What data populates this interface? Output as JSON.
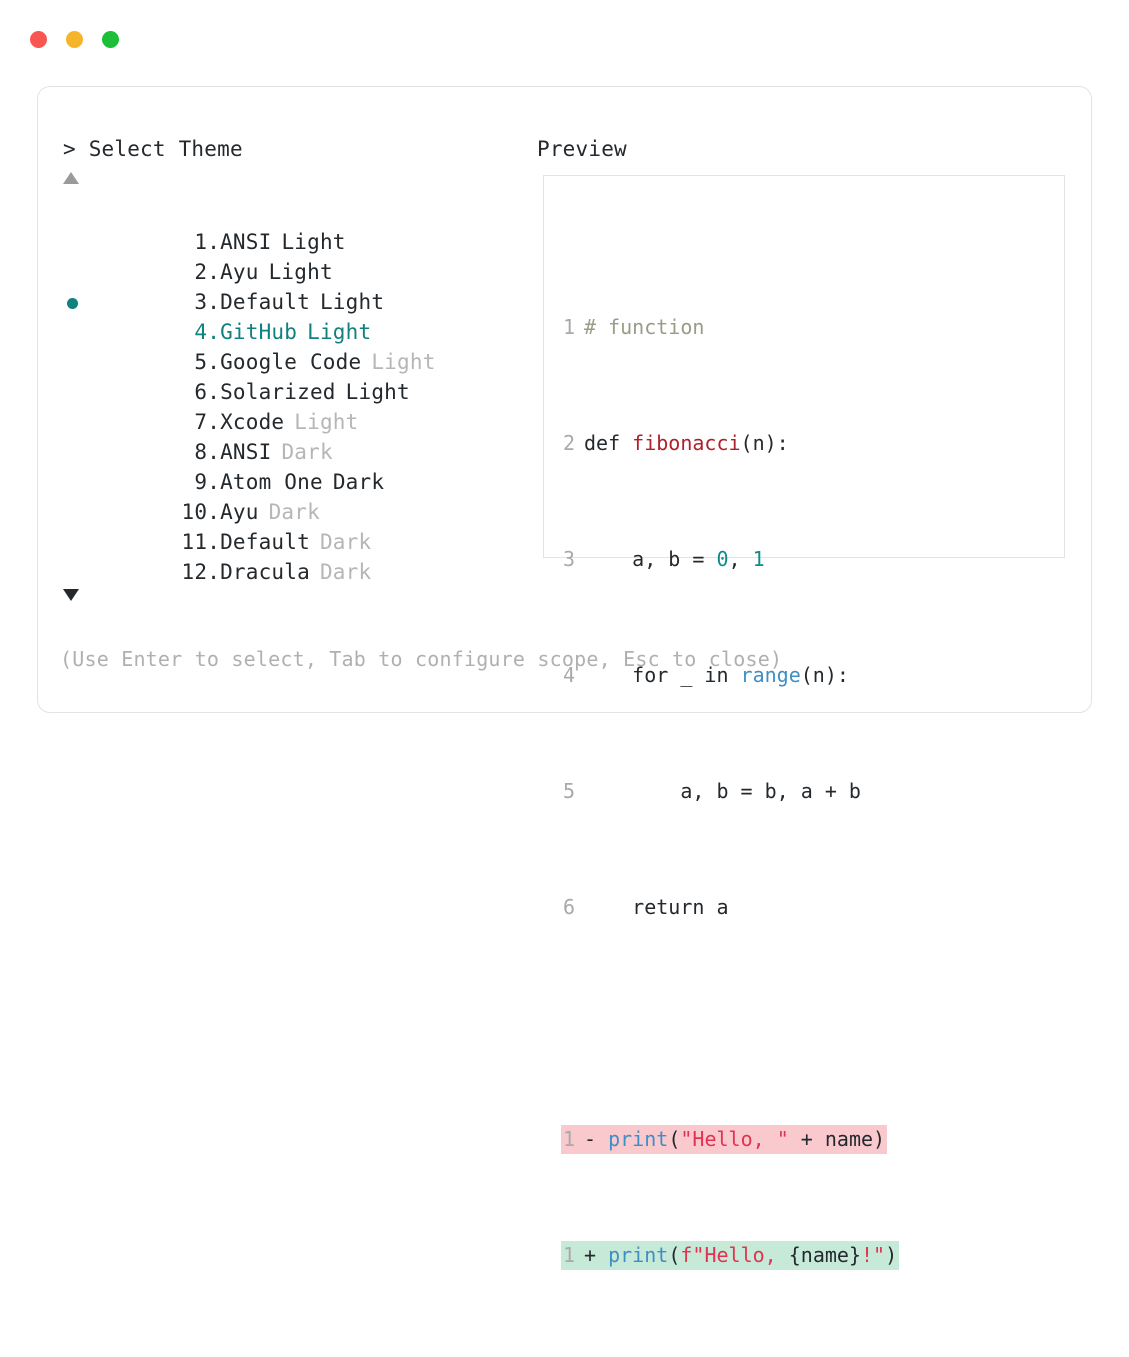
{
  "window": {
    "traffic_lights": [
      {
        "name": "close",
        "color": "#f65750"
      },
      {
        "name": "minimize",
        "color": "#f5b52b"
      },
      {
        "name": "maximize",
        "color": "#1dbf39"
      }
    ]
  },
  "prompt": {
    "marker": ">",
    "title": "Select Theme",
    "scroll_up_icon": "triangle-up-icon",
    "scroll_down_icon": "triangle-down-icon"
  },
  "preview": {
    "title": "Preview"
  },
  "theme_list": {
    "selected_index": 4,
    "selected_bullet": "●",
    "accent_color": "#10817f",
    "items": [
      {
        "number": "1.",
        "name": "ANSI",
        "variant": "Light",
        "variant_muted": false,
        "selected": false
      },
      {
        "number": "2.",
        "name": "Ayu",
        "variant": "Light",
        "variant_muted": false,
        "selected": false
      },
      {
        "number": "3.",
        "name": "Default",
        "variant": "Light",
        "variant_muted": false,
        "selected": false
      },
      {
        "number": "4.",
        "name": "GitHub",
        "variant": "Light",
        "variant_muted": false,
        "selected": true
      },
      {
        "number": "5.",
        "name": "Google Code",
        "variant": "Light",
        "variant_muted": true,
        "selected": false
      },
      {
        "number": "6.",
        "name": "Solarized",
        "variant": "Light",
        "variant_muted": false,
        "selected": false
      },
      {
        "number": "7.",
        "name": "Xcode",
        "variant": "Light",
        "variant_muted": true,
        "selected": false
      },
      {
        "number": "8.",
        "name": "ANSI",
        "variant": "Dark",
        "variant_muted": true,
        "selected": false
      },
      {
        "number": "9.",
        "name": "Atom One",
        "variant": "Dark",
        "variant_muted": false,
        "selected": false
      },
      {
        "number": "10.",
        "name": "Ayu",
        "variant": "Dark",
        "variant_muted": true,
        "selected": false
      },
      {
        "number": "11.",
        "name": "Default",
        "variant": "Dark",
        "variant_muted": true,
        "selected": false
      },
      {
        "number": "12.",
        "name": "Dracula",
        "variant": "Dark",
        "variant_muted": true,
        "selected": false
      }
    ]
  },
  "code_preview": {
    "lines": [
      {
        "number": "1",
        "text": "# function"
      },
      {
        "number": "2",
        "text": "def fibonacci(n):"
      },
      {
        "number": "3",
        "text": "    a, b = 0, 1"
      },
      {
        "number": "4",
        "text": "    for _ in range(n):"
      },
      {
        "number": "5",
        "text": "        a, b = b, a + b"
      },
      {
        "number": "6",
        "text": "    return a"
      }
    ],
    "tokens": {
      "comment": "# function",
      "keyword_def": "def",
      "function_name": "fibonacci",
      "number_zero": "0",
      "number_one": "1",
      "builtin_range": "range",
      "builtin_print": "print"
    },
    "diff": {
      "removed": {
        "number": "1",
        "sign": "-",
        "text": "print(\"Hello, \" + name)",
        "string": "\"Hello, \"",
        "background": "#f9c9ce"
      },
      "added": {
        "number": "1",
        "sign": "+",
        "text": "print(f\"Hello, {name}!\")",
        "string_prefix": "f\"Hello, ",
        "string_suffix": "!\"",
        "interpolation": "{name}",
        "background": "#c7ead8"
      }
    }
  },
  "footer": {
    "hint": "(Use Enter to select, Tab to configure scope, Esc to close)"
  }
}
